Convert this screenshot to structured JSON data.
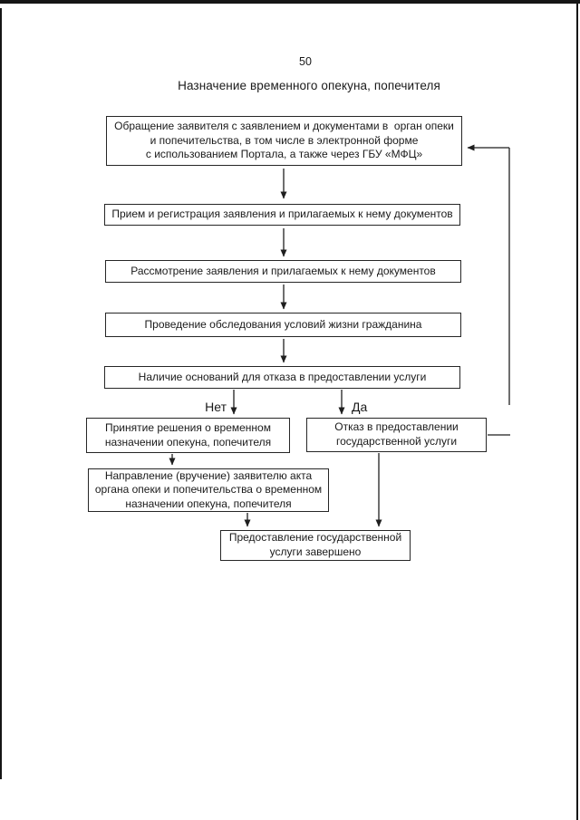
{
  "colors": {
    "ink": "#1a1a1a",
    "box_border": "#262626",
    "background": "#ffffff"
  },
  "page": {
    "number": "50",
    "title": "Назначение временного опекуна, попечителя"
  },
  "flowchart": {
    "boxes": [
      {
        "name": "application",
        "lines": [
          "Обращение заявителя с заявлением и документами в  орган опеки",
          "и попечительства, в том числе в электронной форме",
          "с использованием Портала, а также через ГБУ «МФЦ»"
        ]
      },
      {
        "name": "reception-registration",
        "lines": [
          "Прием и регистрация заявления и прилагаемых к нему документов"
        ]
      },
      {
        "name": "review",
        "lines": [
          "Рассмотрение заявления и прилагаемых к нему документов"
        ]
      },
      {
        "name": "living-conditions-inspection",
        "lines": [
          "Проведение обследования условий жизни гражданина"
        ]
      },
      {
        "name": "grounds-for-refusal",
        "lines": [
          "Наличие оснований для отказа в предоставлении услуги"
        ]
      },
      {
        "name": "temporary-appointment-decision",
        "lines": [
          "Принятие решения о временном",
          "назначении опекуна, попечителя"
        ]
      },
      {
        "name": "service-refusal",
        "lines": [
          "Отказ в предоставлении",
          "государственной услуги"
        ]
      },
      {
        "name": "act-delivery",
        "lines": [
          "Направление (вручение) заявителю акта",
          "органа опеки и попечительства о временном",
          "назначении опекуна, попечителя"
        ]
      },
      {
        "name": "service-completed",
        "lines": [
          "Предоставление государственной",
          "услуги завершено"
        ]
      }
    ],
    "branch_labels": {
      "no": "Нет",
      "yes": "Да"
    }
  }
}
